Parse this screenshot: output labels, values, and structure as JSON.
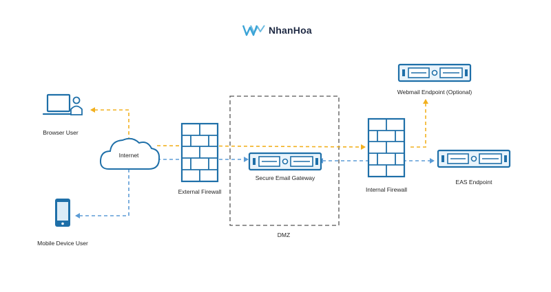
{
  "brand": {
    "name": "NhanHoa",
    "colors": {
      "logo": "#3aa3d6",
      "text": "#1f2a44"
    }
  },
  "labels": {
    "browser_user": "Browser User",
    "mobile_user": "Mobile Device User",
    "internet": "Internet",
    "external_firewall": "External Firewall",
    "secure_email_gateway": "Secure Email Gateway",
    "dmz": "DMZ",
    "internal_firewall": "Internal Firewall",
    "webmail_endpoint": "Webmail Endpoint (Optional)",
    "eas_endpoint": "EAS Endpoint"
  },
  "colors": {
    "device_blue": "#1e6fa8",
    "device_fill": "#e8f3fb",
    "flow_orange": "#f2b01e",
    "flow_blue": "#5b9bd5",
    "dmz_border": "#555555"
  }
}
